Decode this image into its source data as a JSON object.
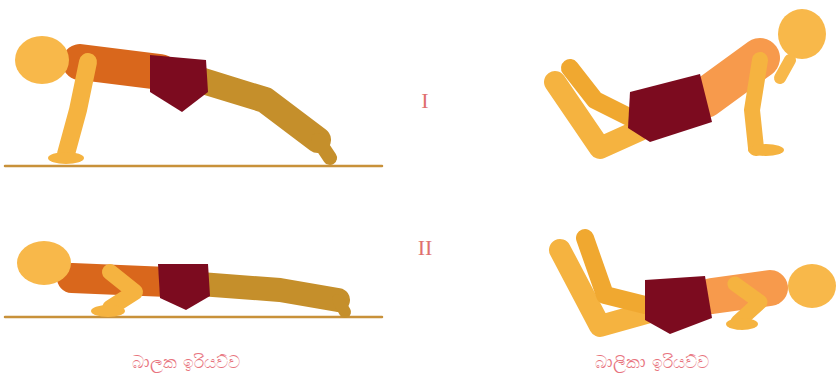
{
  "diagram": {
    "labels": [
      "I",
      "II",
      "බාලක ඉරියව්ව",
      "බාලිකා ඉරියව්ව"
    ]
  }
}
